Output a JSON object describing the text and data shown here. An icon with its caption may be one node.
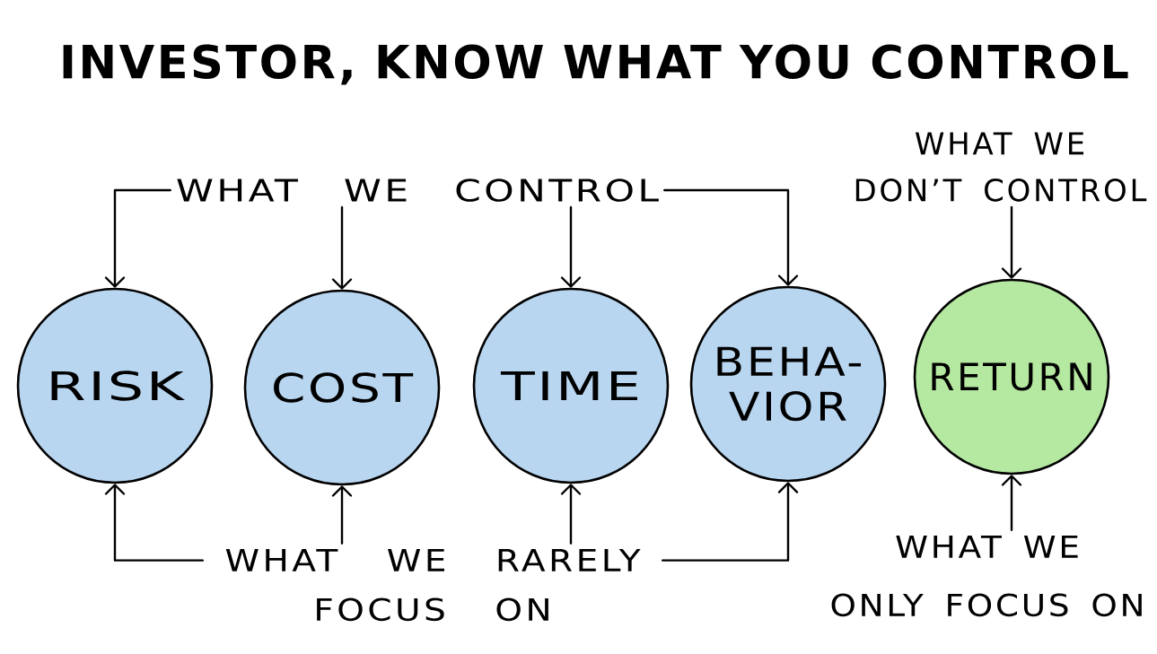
{
  "diagram": {
    "title": "INVESTOR, KNOW WHAT YOU CONTROL",
    "nodes": [
      {
        "text": [
          "WHAT WE CONTROL"
        ]
      },
      {
        "text": [
          "WHAT WE DON’T CONTROL"
        ]
      },
      {
        "text": [
          "RISK"
        ]
      },
      {
        "text": [
          "COST"
        ]
      },
      {
        "text": [
          "TIME"
        ]
      },
      {
        "text": [
          "BEHA- VIOR"
        ]
      },
      {
        "text": [
          "RETURN"
        ]
      },
      {
        "text": [
          "WHAT WE RARELY FOCUS ON"
        ]
      },
      {
        "text": [
          "WHAT WE ONLY FOCUS ON"
        ]
      }
    ],
    "edges": [
      {
        "from": 0,
        "to": 2,
        "arrow": "to"
      },
      {
        "from": 0,
        "to": 3,
        "arrow": "to"
      },
      {
        "from": 0,
        "to": 4,
        "arrow": "to"
      },
      {
        "from": 0,
        "to": 5,
        "arrow": "to"
      },
      {
        "from": 1,
        "to": 6,
        "arrow": "to"
      },
      {
        "from": 7,
        "to": 2,
        "arrow": "to"
      },
      {
        "from": 7,
        "to": 3,
        "arrow": "to"
      },
      {
        "from": 7,
        "to": 4,
        "arrow": "to"
      },
      {
        "from": 7,
        "to": 5,
        "arrow": "to"
      },
      {
        "from": 8,
        "to": 6,
        "arrow": "to"
      }
    ]
  }
}
